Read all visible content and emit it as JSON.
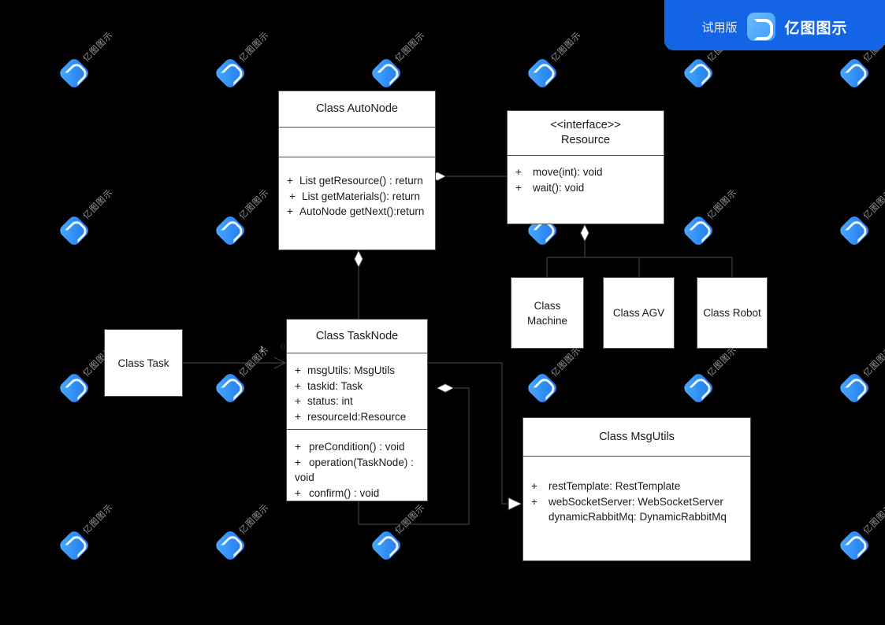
{
  "branding": {
    "trial_label": "试用版",
    "product_name": "亿图图示",
    "logo_icon": "edraw-logo-icon",
    "badge_color": "#1464e6"
  },
  "watermark": {
    "text": "亿图图示",
    "icon": "edraw-watermark-icon"
  },
  "diagram": {
    "type": "uml-class-diagram",
    "background": "#000000",
    "box_fill": "#ffffff",
    "border_color": "#4d4d4d",
    "classes": [
      {
        "id": "auto-node",
        "title": "Class AutoNode",
        "attributes": [],
        "methods": [
          {
            "visibility": "+",
            "text": "List getResource() : return"
          },
          {
            "visibility": "+",
            "text": "List getMaterials(): return"
          },
          {
            "visibility": "+",
            "text": "AutoNode getNext():return"
          }
        ]
      },
      {
        "id": "resource",
        "stereotype": "<<interface>>",
        "title": "Resource",
        "methods": [
          {
            "visibility": "+",
            "text": "move(int): void"
          },
          {
            "visibility": "+",
            "text": "wait(): void"
          }
        ]
      },
      {
        "id": "machine",
        "title": "Class Machine",
        "title_line1": "Class",
        "title_line2": "Machine"
      },
      {
        "id": "agv",
        "title": "Class AGV"
      },
      {
        "id": "robot",
        "title": "Class Robot"
      },
      {
        "id": "task",
        "title": "Class Task"
      },
      {
        "id": "task-node",
        "title": "Class TaskNode",
        "attributes": [
          {
            "visibility": "+",
            "text": "msgUtils: MsgUtils"
          },
          {
            "visibility": "+",
            "text": "taskid: Task"
          },
          {
            "visibility": "+",
            "text": "status: int"
          },
          {
            "visibility": "+",
            "text": "resourceId:Resource"
          }
        ],
        "methods": [
          {
            "visibility": "+",
            "text": "preCondition() : void"
          },
          {
            "visibility": "+",
            "text": "operation(TaskNode) :\nvoid"
          },
          {
            "visibility": "+",
            "text": "confirm() : void"
          }
        ]
      },
      {
        "id": "msg-utils",
        "title": "Class MsgUtils",
        "attributes": [
          {
            "visibility": "+",
            "text": "restTemplate: RestTemplate"
          },
          {
            "visibility": "+",
            "text": "webSocketServer: WebSocketServer"
          },
          {
            "visibility": "",
            "text": "dynamicRabbitMq: DynamicRabbitMq"
          }
        ]
      }
    ],
    "relations": [
      {
        "id": "autonode-resource",
        "kind": "aggregation",
        "from": "auto-node",
        "to": "resource"
      },
      {
        "id": "resource-machine",
        "kind": "generalization",
        "from": "machine",
        "to": "resource"
      },
      {
        "id": "resource-agv",
        "kind": "generalization",
        "from": "agv",
        "to": "resource"
      },
      {
        "id": "resource-robot",
        "kind": "generalization",
        "from": "robot",
        "to": "resource"
      },
      {
        "id": "autonode-tasknode",
        "kind": "aggregation",
        "from": "auto-node",
        "to": "task-node"
      },
      {
        "id": "task-tasknode",
        "kind": "association",
        "from": "task",
        "to": "task-node",
        "source_multiplicity": "1",
        "target_multiplicity": "0..*"
      },
      {
        "id": "tasknode-self",
        "kind": "aggregation",
        "from": "task-node",
        "to": "task-node"
      },
      {
        "id": "tasknode-msgutils",
        "kind": "dependency",
        "from": "task-node",
        "to": "msg-utils"
      }
    ]
  }
}
